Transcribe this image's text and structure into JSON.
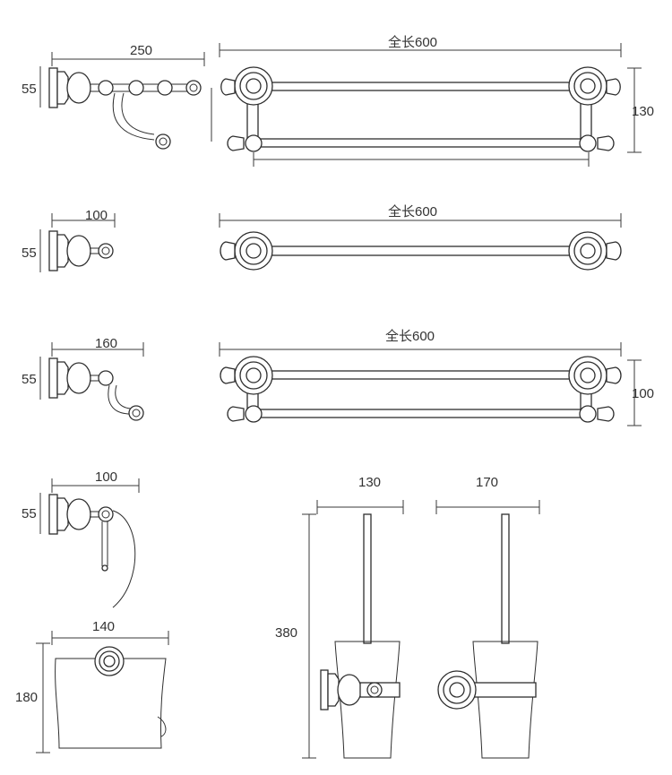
{
  "labels": {
    "hook_width": "250",
    "hook_height": "55",
    "towel_rack_length": "全长600",
    "towel_rack_height": "130",
    "single_hook_width": "100",
    "single_hook_height": "55",
    "single_bar_length": "全长600",
    "robe_hook_width": "160",
    "robe_hook_height": "55",
    "double_bar_length": "全长600",
    "double_bar_height": "100",
    "paper_holder_width": "100",
    "paper_holder_height": "55",
    "covered_holder_width": "140",
    "covered_holder_height": "180",
    "brush_side_width": "130",
    "brush_front_width": "170",
    "brush_height": "380"
  }
}
